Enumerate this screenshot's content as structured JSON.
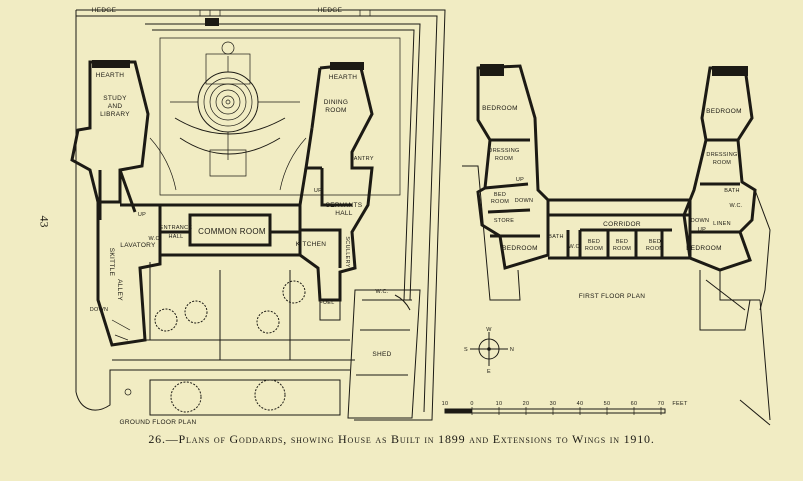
{
  "page_number": "43",
  "caption": "26.—Plans of Goddards, showing House as Built in 1899 and Extensions to Wings in 1910.",
  "ground_floor": {
    "title": "GROUND FLOOR PLAN",
    "hedge_left": "HEDGE",
    "hedge_right": "HEDGE",
    "rooms": {
      "hearth_left": "HEARTH",
      "study": "STUDY",
      "and": "AND",
      "library": "LIBRARY",
      "hearth_right": "HEARTH",
      "dining": "DINING",
      "room": "ROOM",
      "pantry": "PANTRY",
      "servants": "SERVANTS",
      "hall": "HALL",
      "up_right": "UP",
      "up_left": "UP",
      "entrance": "ENTRANCE",
      "entrance_hall": "HALL",
      "common_room": "COMMON ROOM",
      "kitchen": "KITCHEN",
      "scullery": "SCULLERY",
      "lavatory": "LAVATORY",
      "wc": "W.C.",
      "skittle": "SKITTLE",
      "alley": "ALLEY",
      "down": "DOWN",
      "fuel": "FUEL",
      "wc_yard": "W.C.",
      "shed": "SHED"
    }
  },
  "first_floor": {
    "title": "FIRST FLOOR PLAN",
    "rooms": {
      "bedroom_left": "BEDROOM",
      "dressing_left_1": "DRESSING",
      "dressing_left_2": "ROOM",
      "bed_1": "BED",
      "bed_2": "ROOM",
      "up_left": "UP",
      "down_left": "DOWN",
      "store": "STORE",
      "bedroom_left_lower": "BEDROOM",
      "corridor": "CORRIDOR",
      "bath_left": "BATH",
      "wc_left": "W.C.",
      "bed_room_a_1": "BED",
      "bed_room_a_2": "ROOM",
      "bed_room_b_1": "BED",
      "bed_room_b_2": "ROOM",
      "bed_room_c_1": "BED",
      "bed_room_c_2": "ROOM",
      "bedroom_right_lower": "BEDROOM",
      "down_right": "DOWN",
      "up_right": "UP",
      "linen": "LINEN",
      "bath_right": "BATH",
      "wc_right": "W.C.",
      "dressing_right_1": "DRESSING",
      "dressing_right_2": "ROOM",
      "bedroom_right": "BEDROOM"
    }
  },
  "compass": {
    "w": "W",
    "s": "S",
    "n": "N",
    "e": "E"
  },
  "scale": {
    "ticks": [
      "10",
      "0",
      "10",
      "20",
      "30",
      "40",
      "50",
      "60",
      "70"
    ],
    "unit": "FEET"
  },
  "colors": {
    "paper": "#f1ecc3",
    "ink": "#1c1a14"
  }
}
